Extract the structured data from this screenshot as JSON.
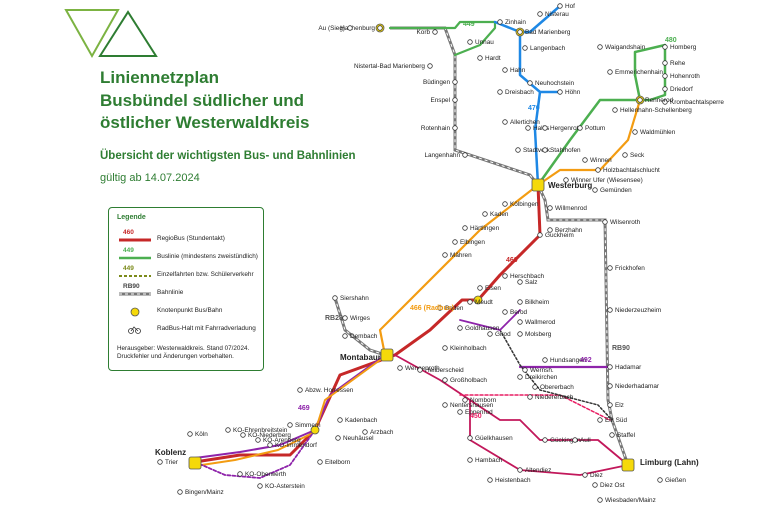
{
  "header": {
    "title_line1": "Liniennetzplan",
    "title_line2": "Busbündel südlicher und",
    "title_line3": "östlicher Westerwaldkreis",
    "subtitle": "Übersicht der wichtigsten Bus- und Bahnlinien",
    "valid": "gültig ab 14.07.2024"
  },
  "legend": {
    "heading": "Legende",
    "items": [
      {
        "num": "460",
        "label": "RegioBus (Stundentakt)"
      },
      {
        "num": "449",
        "label": "Buslinie (mindestens zweistündlich)"
      },
      {
        "num": "449",
        "label": "Einzelfahrten bzw. Schülerverkehr"
      },
      {
        "num": "RB90",
        "label": "Bahnlinie"
      },
      {
        "num": "",
        "label": "Knotenpunkt Bus/Bahn"
      },
      {
        "num": "",
        "label": "RadBus-Halt mit Fahrradverladung"
      }
    ],
    "footer": "Herausgeber: Westerwaldkreis. Stand 07/2024. Druckfehler und Änderungen vorbehalten."
  },
  "colors": {
    "regiobus": "#c62828",
    "green": "#4caf50",
    "blue": "#1e88e5",
    "orange": "#f39c12",
    "purple": "#8e24aa",
    "pink": "#c2185b",
    "rail": "#777777",
    "hub": "#f5d90a"
  },
  "hubs": {
    "westerburg": "Westerburg",
    "montabaur": "Montabaur",
    "koblenz": "Koblenz",
    "limburg": "Limburg (Lahn)"
  },
  "stops": [
    "Hof",
    "Nisterau",
    "Zinhain",
    "Bad Marienberg",
    "Langenbach",
    "Hahn",
    "Neuhochstein",
    "Höhn",
    "Dreisbach",
    "Hachenburg",
    "Korb",
    "Unnau",
    "Hardt",
    "Nistertal-Bad Marienberg",
    "Büdingen",
    "Enspel",
    "Rotenhain",
    "Langenhahn",
    "Allertichen",
    "Halbs",
    "Hergenroth",
    "Stadtverk.",
    "Stahlhofen",
    "Pottum",
    "Waigandshain",
    "Homberg",
    "Rehe",
    "Hohenroth",
    "Driedorf",
    "Krombachtalsperre",
    "Emmerichenhain",
    "Rennerod",
    "Hellenhahn-Schellenberg",
    "Waldmühlen",
    "Seck",
    "Winnen",
    "Holzbachtalschlucht",
    "Winner Ufer (Wiesensee)",
    "Gemünden",
    "Willmenrod",
    "Kölbingen",
    "Kaden",
    "Härtlingen",
    "Elbingen",
    "Mähren",
    "Guckheim",
    "Wilsenroth",
    "Berzhahn",
    "Frickhofen",
    "Niederzeuzheim",
    "Herschbach",
    "Salz",
    "Eisen",
    "Meudt",
    "Boden",
    "Bilkheim",
    "Berod",
    "Wallmerod",
    "Molsberg",
    "Siershahn",
    "Wirges",
    "Dembach",
    "Goldhausen",
    "Girod",
    "Kleinholbach",
    "Wengenroth",
    "Heilberscheid",
    "Großholbach",
    "Nomborn",
    "Nentershausen",
    "Eppenrod",
    "Dreikirchen",
    "Obererbach",
    "Niedererbach",
    "Hundsangen",
    "Wernsh.",
    "Hadamar",
    "Niederhadamar",
    "Elz",
    "Elz Süd",
    "Staffel",
    "Abzw. Horressen",
    "Kadenbach",
    "Arzbach",
    "Neuhäusel",
    "Eitelborn",
    "Simmern",
    "Güelkhausen",
    "Hambach",
    "Heistenbach",
    "Altendiez",
    "Diez",
    "Diez Ost",
    "Gückingen",
    "Aull",
    "KO-Ehrenbreitstein",
    "KO-Niederberg",
    "KO-Arenberg",
    "KO-Immendorf",
    "KO-Oberwerth",
    "KO-Asterstein",
    "Au (Sieg)",
    "Gießen",
    "Köln",
    "Trier",
    "Bingen/Mainz",
    "Wiesbaden/Mainz"
  ],
  "line_numbers": {
    "l449": "449",
    "l480": "480",
    "l470": "470",
    "l460": "460",
    "l466": "466 (Radbus)",
    "l469": "469",
    "l492": "492",
    "l450": "450",
    "rb90": "RB90",
    "rb28": "RB28"
  }
}
